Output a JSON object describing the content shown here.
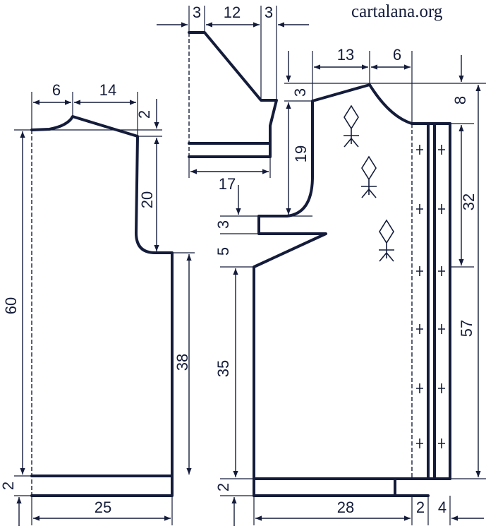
{
  "watermark": "cartalana.org",
  "measurements": {
    "back_shoulder_slope": "2",
    "back_neck_width": "6",
    "back_shoulder_width": "14",
    "back_armhole_depth": "20",
    "back_total_length": "60",
    "back_side_length": "38",
    "back_rib_height": "2",
    "back_width": "25",
    "sleeve_top_left": "3",
    "sleeve_top_center": "12",
    "sleeve_top_right": "3",
    "sleeve_width": "17",
    "front_shoulder_width": "13",
    "front_neck_width": "6",
    "front_shoulder_slope": "3",
    "front_neck_drop": "8",
    "front_armhole_depth": "19",
    "front_armhole_notch": "3",
    "front_side_step": "5",
    "front_side_length": "35",
    "front_rib_height": "2",
    "front_width": "28",
    "button_band_overlap": "2",
    "button_band_width": "4",
    "front_neck_depth": "32",
    "front_total_length": "57"
  }
}
